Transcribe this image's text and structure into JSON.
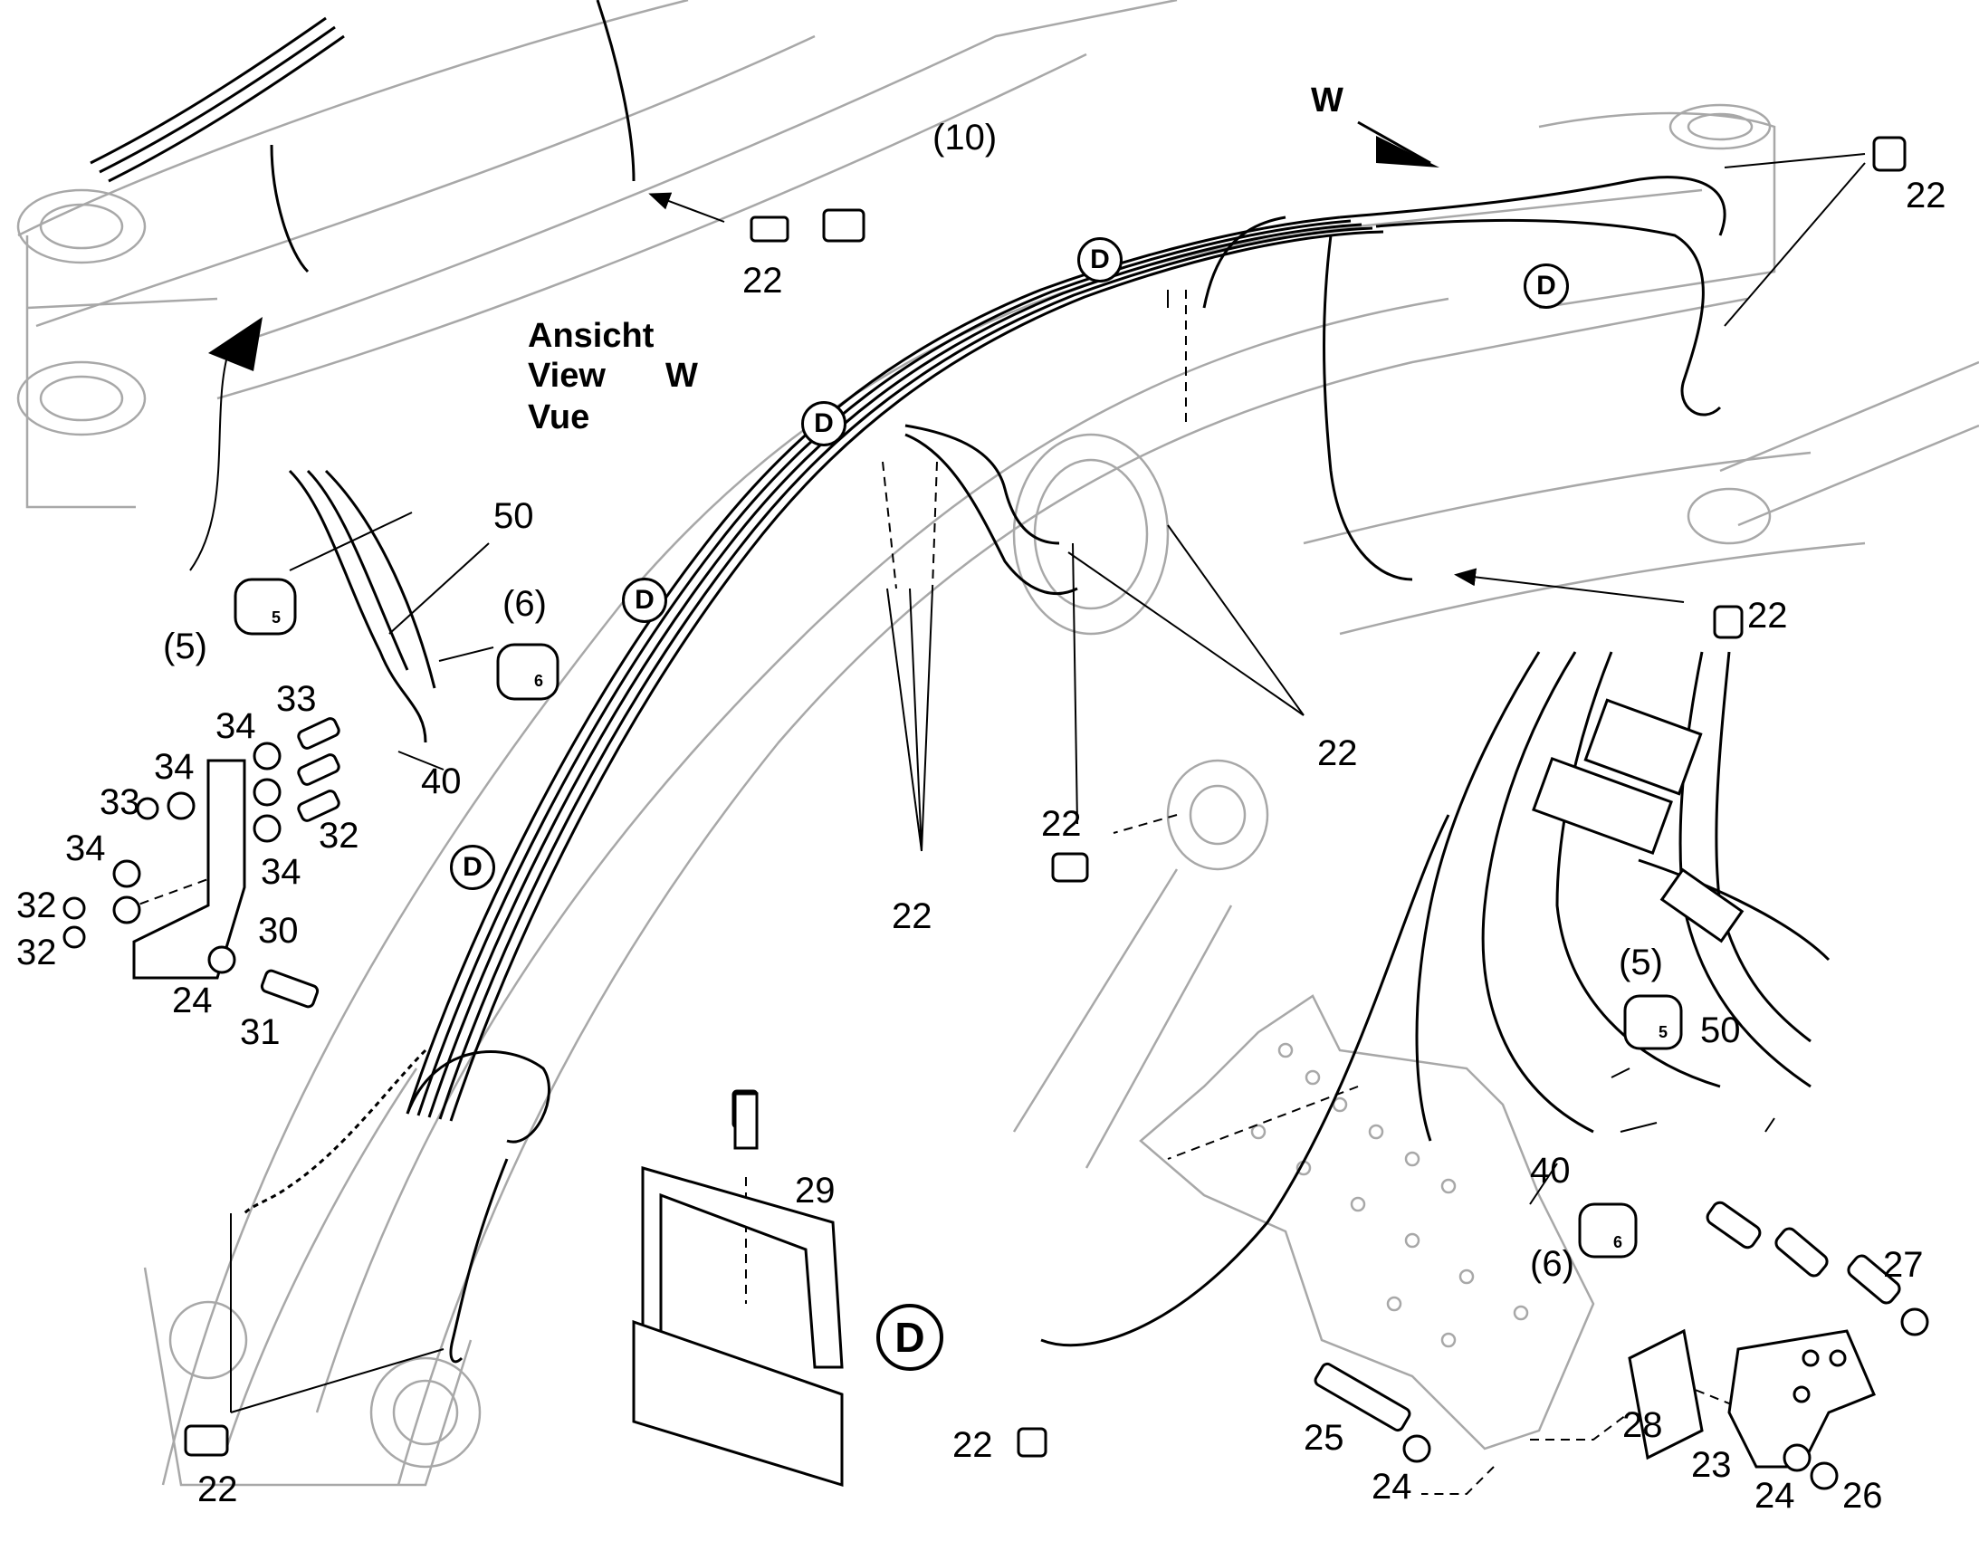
{
  "view": {
    "line1": "Ansicht",
    "line2": "View",
    "line3": "Vue",
    "arrow_letter": "W",
    "arrow_letter_top": "W"
  },
  "detail_marker": "D",
  "callouts": {
    "c22": "22",
    "c10": "(10)",
    "c50": "50",
    "c6": "(6)",
    "c5": "(5)",
    "c33": "33",
    "c34": "34",
    "c32": "32",
    "c40": "40",
    "c30": "30",
    "c24": "24",
    "c31": "31",
    "c29": "29",
    "c27": "27",
    "c25": "25",
    "c28": "28",
    "c23": "23",
    "c26": "26"
  },
  "ref_marks": {
    "five": "5",
    "six": "6"
  },
  "colors": {
    "line": "#000000",
    "ghost": "#9a9a9a",
    "background": "#ffffff"
  }
}
